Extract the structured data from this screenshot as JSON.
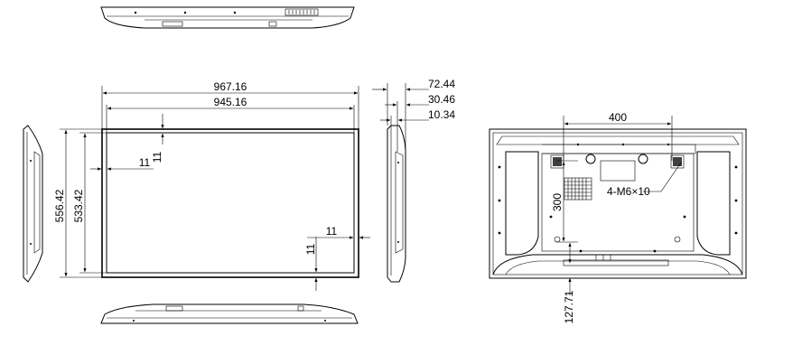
{
  "front_view": {
    "outer_width": "967.16",
    "inner_width": "945.16",
    "outer_height": "556.42",
    "inner_height": "533.42",
    "bezel_top": "11",
    "bezel_left": "11",
    "bezel_right": "11",
    "bezel_bottom": "11"
  },
  "side_view": {
    "total_depth": "72.44",
    "body_depth": "30.46",
    "front_depth": "10.34"
  },
  "rear_view": {
    "vesa_horizontal": "400",
    "vesa_vertical": "300",
    "mount_spec": "4-M6×10",
    "bottom_offset": "127.71"
  }
}
